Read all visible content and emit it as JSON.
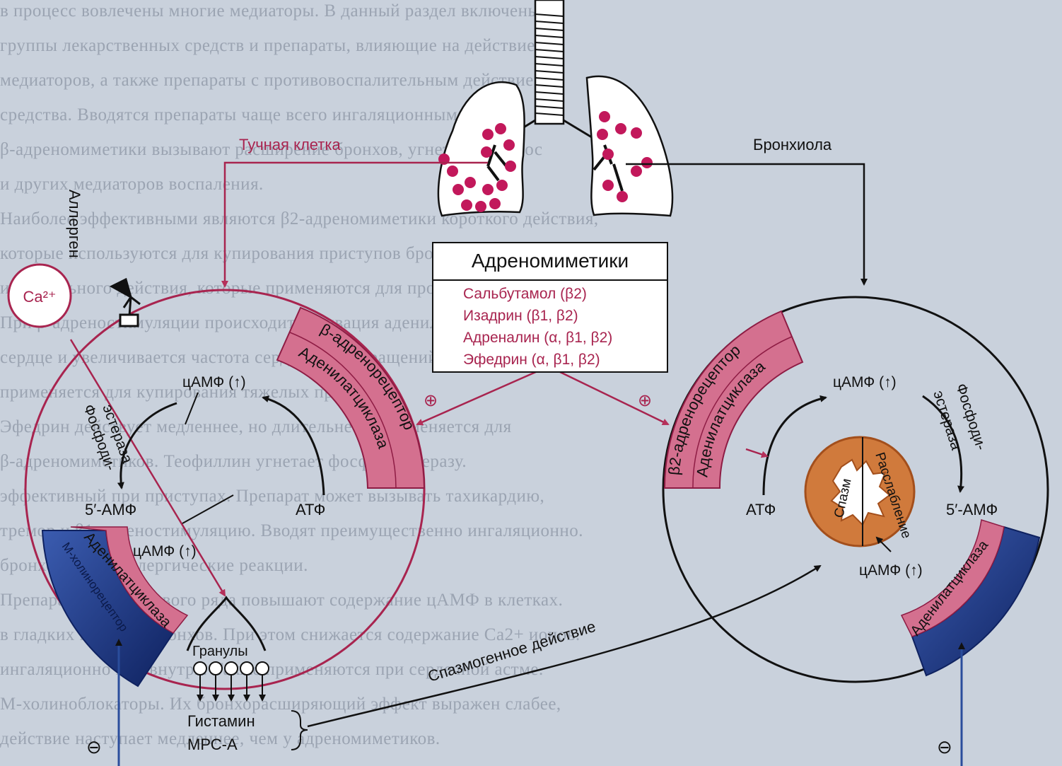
{
  "background_text": [
    "в процесс вовлечены многие медиаторы. В данный раздел включены",
    "группы лекарственных средств и препараты, влияющие на действие",
    "медиаторов, а также препараты с противовоспалительным действием,",
    "средства. Вводятся препараты чаще всего ингаляционным путем.",
    "β-адреномиметики вызывают расширение бронхов, угнетают выброс",
    "и других медиаторов воспаления.",
    "Наиболее эффективными являются β2-адреномиметики короткого действия,",
    "которые используются для купирования приступов бронхиальной астмы,",
    "и длительного действия, которые применяются для профилактики.",
    "При β-адреностимуляции происходит активация аденилатциклазы и",
    "сердце и увеличивается частота сердечных сокращений. Адреналин",
    "применяется для купирования тяжелых приступов.",
    "Эфедрин действует медленнее, но длительнее и применяется для",
    "β-адреномиметиков. Теофиллин угнетает фосфодиэстеразу.",
    "эффективный при приступах. Препарат может вызывать тахикардию,",
    "тремор и β1-адреностимуляцию. Вводят преимущественно ингаляционно.",
    "бронхоспазм и аллергические реакции.",
    "Препараты ксантинового ряда повышают содержание цАМФ в клетках.",
    "в гладких мышцах бронхов. При этом снижается содержание Ca2+ ионов.",
    "ингаляционно или внутрь. Также применяются при сердечной астме.",
    "М-холиноблокаторы. Их бронхорасширяющий эффект выражен слабее,",
    "действие наступает медленнее, чем у адреномиметиков."
  ],
  "lungs": {
    "label_mast_cell": "Тучная клетка",
    "label_bronchiole": "Бронхиола"
  },
  "drugs_box": {
    "title": "Адреномиметики",
    "items": [
      "Сальбутамол (β2)",
      "Изадрин (β1, β2)",
      "Адреналин (α, β1, β2)",
      "Эфедрин (α, β1, β2)"
    ],
    "stimulation_signs": [
      "⊕",
      "⊕"
    ]
  },
  "left_cell": {
    "ca_label": "Ca²⁺",
    "allergen_label": "Аллерген",
    "receptor_label": "β-адренорецептор",
    "enzyme_label_top": "Аденилатциклаза",
    "camp_top": "цАМФ (↑)",
    "pde_label": [
      "Фосфоди-",
      "эстераза"
    ],
    "amp_label": "5′-АМФ",
    "atp_label": "АТФ",
    "camp_bottom": "цАМФ (↑)",
    "m_receptor_label": "М-холинорецептор",
    "enzyme_label_bottom": "Аденилатциклаза",
    "granules_label": "Гранулы",
    "mediators": [
      "Гистамин",
      "МРС-А"
    ],
    "inhibition_sign": "⊖"
  },
  "right_cell": {
    "receptor_label": "β2-адренорецептор",
    "enzyme_label_top": "Аденилатциклаза",
    "camp_top": "цАМФ (↑)",
    "pde_label": [
      "Фосфоди-",
      "эстераза"
    ],
    "atp_label": "АТФ",
    "amp_label": "5′-АМФ",
    "spasm_label": "Спазм",
    "relaxation_label": "Расслабление",
    "camp_bottom": "цАМФ (↑)",
    "enzyme_label_bottom": "Аденилатциклаза",
    "inhibition_sign": "⊖"
  },
  "spasmogenic_label": "Спазмогенное действие",
  "colors": {
    "crimson": "#b5305a",
    "crimson_line": "#a8244f",
    "pink_band": "#d4708f",
    "pink_light": "#e7a3b7",
    "navy": "#1f3c86",
    "blue_line": "#2a4d9c",
    "orange": "#d07a3c",
    "orange_dark": "#a34f1c",
    "line": "#111111"
  }
}
